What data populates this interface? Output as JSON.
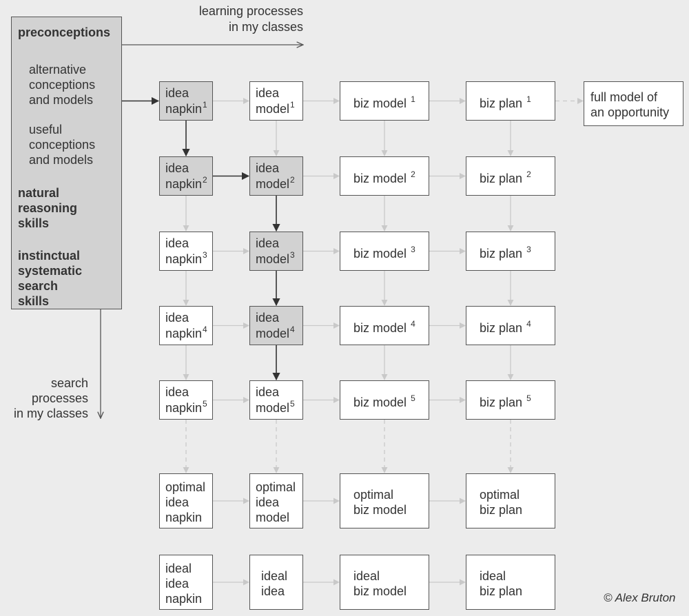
{
  "panel": {
    "heading": "preconceptions",
    "items": [
      "alternative",
      "conceptions",
      "and models",
      "useful",
      "conceptions",
      "and models"
    ],
    "natural": [
      "natural",
      "reasoning",
      "skills"
    ],
    "instinctual": [
      "instinctual",
      "systematic",
      "search",
      "skills"
    ]
  },
  "labels": {
    "learning": [
      "learning processes",
      "in my classes"
    ],
    "search": [
      "search",
      "processes",
      "in my classes"
    ],
    "credit": "© Alex Bruton"
  },
  "rows": [
    {
      "napkin": [
        "idea",
        "napkin"
      ],
      "model": [
        "idea",
        "model"
      ],
      "biz": "biz model",
      "plan": "biz plan",
      "sup": "1"
    },
    {
      "napkin": [
        "idea",
        "napkin"
      ],
      "model": [
        "idea",
        "model"
      ],
      "biz": "biz model",
      "plan": "biz plan",
      "sup": "2"
    },
    {
      "napkin": [
        "idea",
        "napkin"
      ],
      "model": [
        "idea",
        "model"
      ],
      "biz": "biz model",
      "plan": "biz plan",
      "sup": "3"
    },
    {
      "napkin": [
        "idea",
        "napkin"
      ],
      "model": [
        "idea",
        "model"
      ],
      "biz": "biz model",
      "plan": "biz plan",
      "sup": "4"
    },
    {
      "napkin": [
        "idea",
        "napkin"
      ],
      "model": [
        "idea",
        "model"
      ],
      "biz": "biz model",
      "plan": "biz plan",
      "sup": "5"
    }
  ],
  "full_model": [
    "full model of",
    "an opportunity"
  ],
  "optimal": {
    "napkin": [
      "optimal",
      "idea",
      "napkin"
    ],
    "model": [
      "optimal",
      "idea",
      "model"
    ],
    "biz": [
      "optimal",
      "biz model"
    ],
    "plan": [
      "optimal",
      "biz plan"
    ]
  },
  "ideal": {
    "napkin": [
      "ideal",
      "idea",
      "napkin"
    ],
    "idea": [
      "ideal",
      "idea"
    ],
    "biz": [
      "ideal",
      "biz model"
    ],
    "plan": [
      "ideal",
      "biz plan"
    ]
  },
  "colors": {
    "background": "#ececec",
    "highlight_box": "#d2d2d2",
    "box_border": "#555555",
    "path_arrow": "#333333",
    "faint_arrow": "#c9c9c9"
  }
}
